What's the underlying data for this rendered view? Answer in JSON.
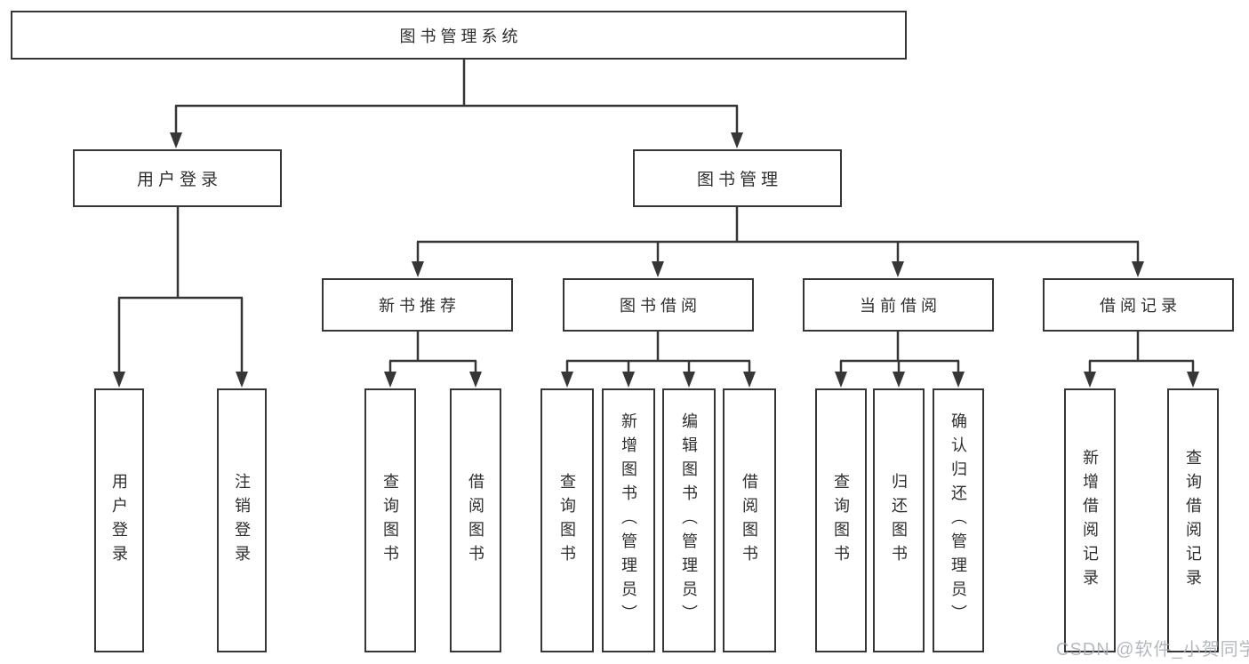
{
  "diagram": {
    "root": {
      "label": "图书管理系统"
    },
    "level2": [
      {
        "label": "用户登录"
      },
      {
        "label": "图书管理"
      }
    ],
    "level3": [
      {
        "label": "新书推荐"
      },
      {
        "label": "图书借阅"
      },
      {
        "label": "当前借阅"
      },
      {
        "label": "借阅记录"
      }
    ],
    "leaves": {
      "user_login": [
        "用户登录",
        "注销登录"
      ],
      "new_book": [
        "查询图书",
        "借阅图书"
      ],
      "book_borrow": [
        "查询图书",
        "新增图书（管理员）",
        "编辑图书（管理员）",
        "借阅图书"
      ],
      "current_borrow": [
        "查询图书",
        "归还图书",
        "确认归还（管理员）"
      ],
      "borrow_record": [
        "新增借阅记录",
        "查询借阅记录"
      ]
    }
  },
  "watermark": {
    "text": "CSDN @软件_小贺同学",
    "color": "#aab0b6"
  },
  "colors": {
    "line": "#363636",
    "box_border": "#363636",
    "text": "#2f2f2f",
    "background": "#ffffff"
  }
}
